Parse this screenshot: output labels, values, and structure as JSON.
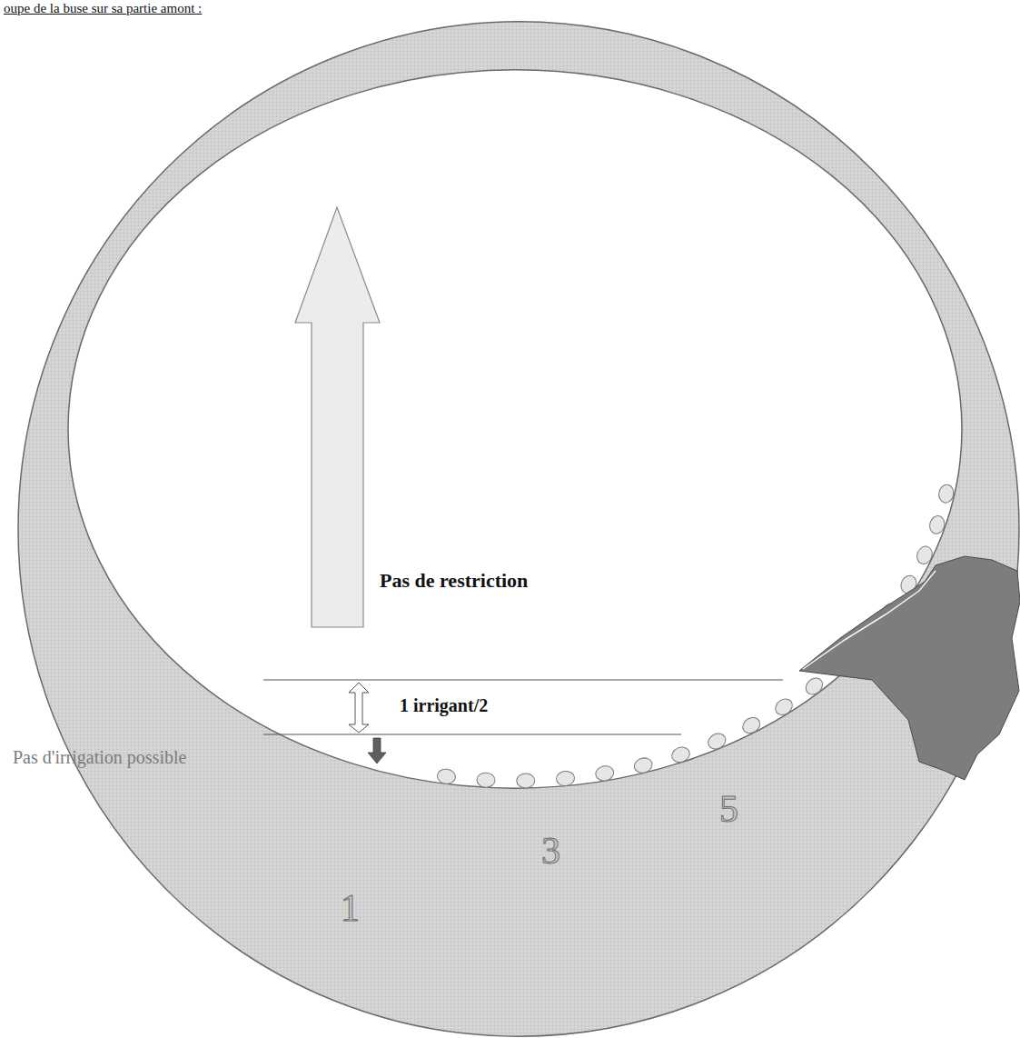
{
  "diagram": {
    "labels": [
      "oupe de la buse sur sa partie amont :",
      "Pas de restriction",
      "1 irrigant/2",
      "Pas d'irrigation possible",
      "1",
      "3",
      "5"
    ]
  }
}
